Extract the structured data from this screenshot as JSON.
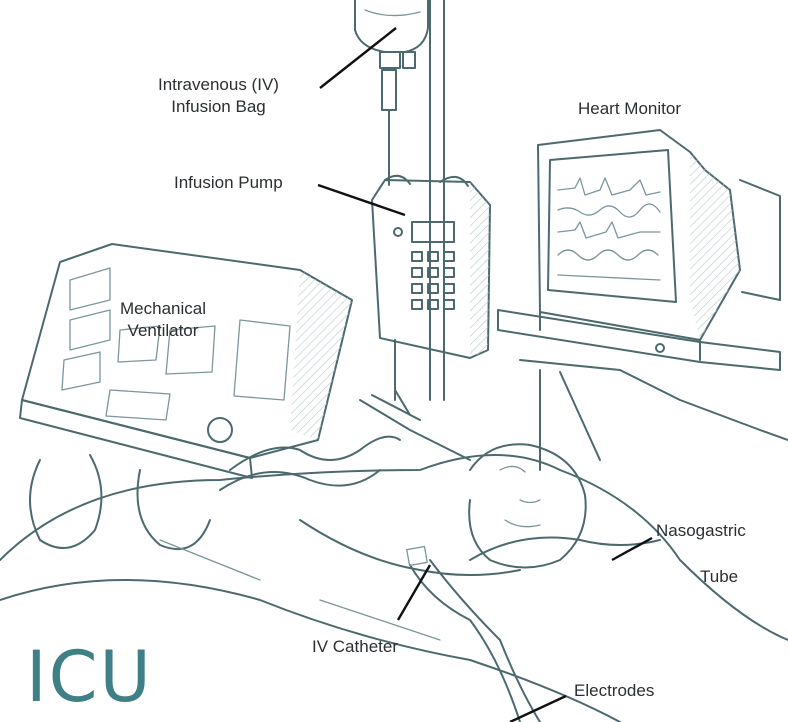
{
  "labels": {
    "iv_bag_line1": "Intravenous (IV)",
    "iv_bag_line2": "Infusion Bag",
    "heart_monitor": "Heart Monitor",
    "infusion_pump": "Infusion Pump",
    "ventilator_line1": "Mechanical",
    "ventilator_line2": "Ventilator",
    "nasogastric_line1": "Nasogastric",
    "nasogastric_line2": "Tube",
    "iv_catheter": "IV Catheter",
    "electrodes": "Electrodes"
  },
  "corner_text": "ICU",
  "colors": {
    "sketch": "#4c6a6e",
    "icu_text": "#3f7f86",
    "label_text": "#2b2f31"
  }
}
